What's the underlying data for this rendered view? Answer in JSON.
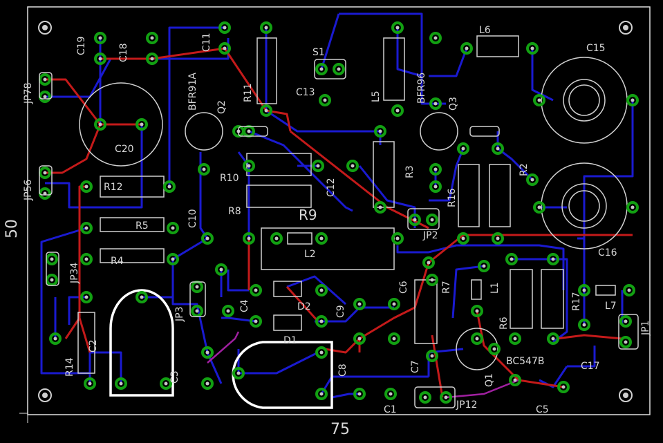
{
  "colors": {
    "background": "#000000",
    "outline": "#e0e0e0",
    "top_trace": "#c41a1a",
    "bottom_trace": "#1a1ad0",
    "pad": "#12a012",
    "pad_hole": "#c8c8c8",
    "silk": "#d0d0d0",
    "highlight": "#ffffff",
    "magenta_trace": "#a020a0"
  },
  "dimensions": {
    "width_label": "75",
    "height_label": "50"
  },
  "labels": {
    "c19": "C19",
    "c18": "C18",
    "c11": "C11",
    "bfr91a": "BFR91A",
    "q2": "Q2",
    "r11": "R11",
    "s1": "S1",
    "c13": "C13",
    "l5": "L5",
    "bfr96": "BFR96",
    "q3": "Q3",
    "l6": "L6",
    "c15": "C15",
    "jp78": "JP78",
    "c20": "C20",
    "jp56": "JP56",
    "r12": "R12",
    "r10": "R10",
    "c12": "C12",
    "r3": "R3",
    "r2": "R2",
    "r16": "R16",
    "c10": "C10",
    "r8": "R8",
    "r9": "R9",
    "jp2": "JP2",
    "r5": "R5",
    "l2": "L2",
    "c16": "C16",
    "jp34": "JP34",
    "r4": "R4",
    "l1": "L1",
    "r17": "R17",
    "l7": "L7",
    "jp1": "JP1",
    "jp3": "JP3",
    "c4": "C4",
    "d2": "D2",
    "c9": "C9",
    "c6": "C6",
    "r7": "R7",
    "r6": "R6",
    "c2": "C2",
    "r14": "R14",
    "d1": "D1",
    "bc547b": "BC547B",
    "c17": "C17",
    "c8": "C8",
    "c7": "C7",
    "q1": "Q1",
    "c3": "C3",
    "c1": "C1",
    "jp12": "JP12",
    "c5": "C5"
  }
}
